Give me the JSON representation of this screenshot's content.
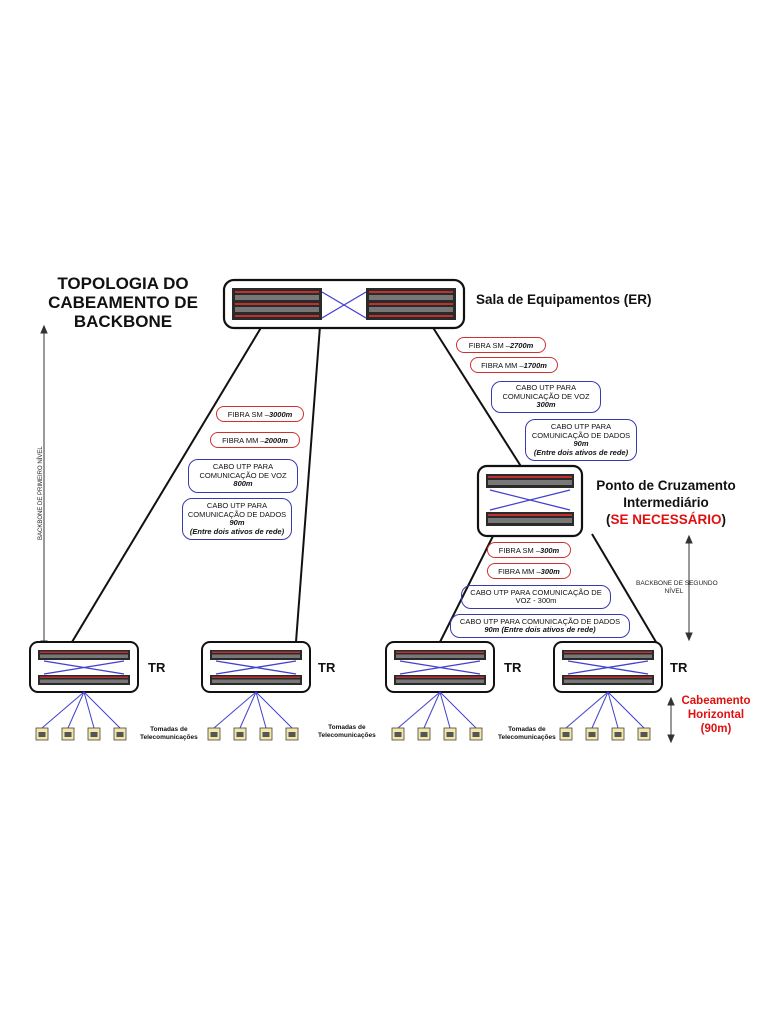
{
  "title": {
    "line1": "TOPOLOGIA DO",
    "line2": "CABEAMENTO DE",
    "line3": "BACKBONE"
  },
  "er": {
    "label": "Sala de Equipamentos (ER)"
  },
  "ic": {
    "line1": "Ponto de Cruzamento",
    "line2": "Intermediário",
    "paren_open": "(",
    "emph": "SE NECESSÁRIO",
    "paren_close": ")"
  },
  "left_labels": {
    "fibra_sm": "FIBRA SM – ",
    "fibra_sm_val": "3000m",
    "fibra_mm": "FIBRA MM – ",
    "fibra_mm_val": "2000m",
    "voz_1": "CABO UTP PARA",
    "voz_2": "COMUNICAÇÃO DE VOZ",
    "voz_3": "800m",
    "dados_1": "CABO UTP PARA",
    "dados_2": "COMUNICAÇÃO DE DADOS",
    "dados_3": "90m",
    "dados_4": "(Entre dois ativos de rede)"
  },
  "right_labels": {
    "fibra_sm": "FIBRA SM – ",
    "fibra_sm_val": "2700m",
    "fibra_mm": "FIBRA MM – ",
    "fibra_mm_val": "1700m",
    "voz_1": "CABO UTP PARA",
    "voz_2": "COMUNICAÇÃO DE VOZ",
    "voz_3": "300m",
    "dados_1": "CABO UTP PARA",
    "dados_2": "COMUNICAÇÃO DE DADOS",
    "dados_3": "90m",
    "dados_4": "(Entre dois ativos de rede)"
  },
  "lower_labels": {
    "fibra_sm": "FIBRA SM – ",
    "fibra_sm_val": "300m",
    "fibra_mm": "FIBRA MM – ",
    "fibra_mm_val": "300m",
    "voz_1": "CABO UTP PARA COMUNICAÇÃO DE",
    "voz_2": "VOZ - 300m",
    "dados_1": "CABO UTP PARA COMUNICAÇÃO DE DADOS",
    "dados_2": "90m (Entre dois ativos de rede)"
  },
  "tr_label": "TR",
  "tomadas": {
    "line1": "Tomadas de",
    "line2": "Telecomunicações"
  },
  "backbone_primeiro": "BACKBONE DE PRIMEIRO NÍVEL",
  "backbone_segundo": {
    "line1": "BACKBONE DE SEGUNDO",
    "line2": "NÍVEL"
  },
  "horizontal": {
    "line1": "Cabeamento",
    "line2": "Horizontal",
    "line3": "(90m)"
  },
  "colors": {
    "red": "#e01010",
    "blue": "#3a3ab0",
    "pill_red": "#d03030",
    "cable_blue": "#4040d0"
  }
}
